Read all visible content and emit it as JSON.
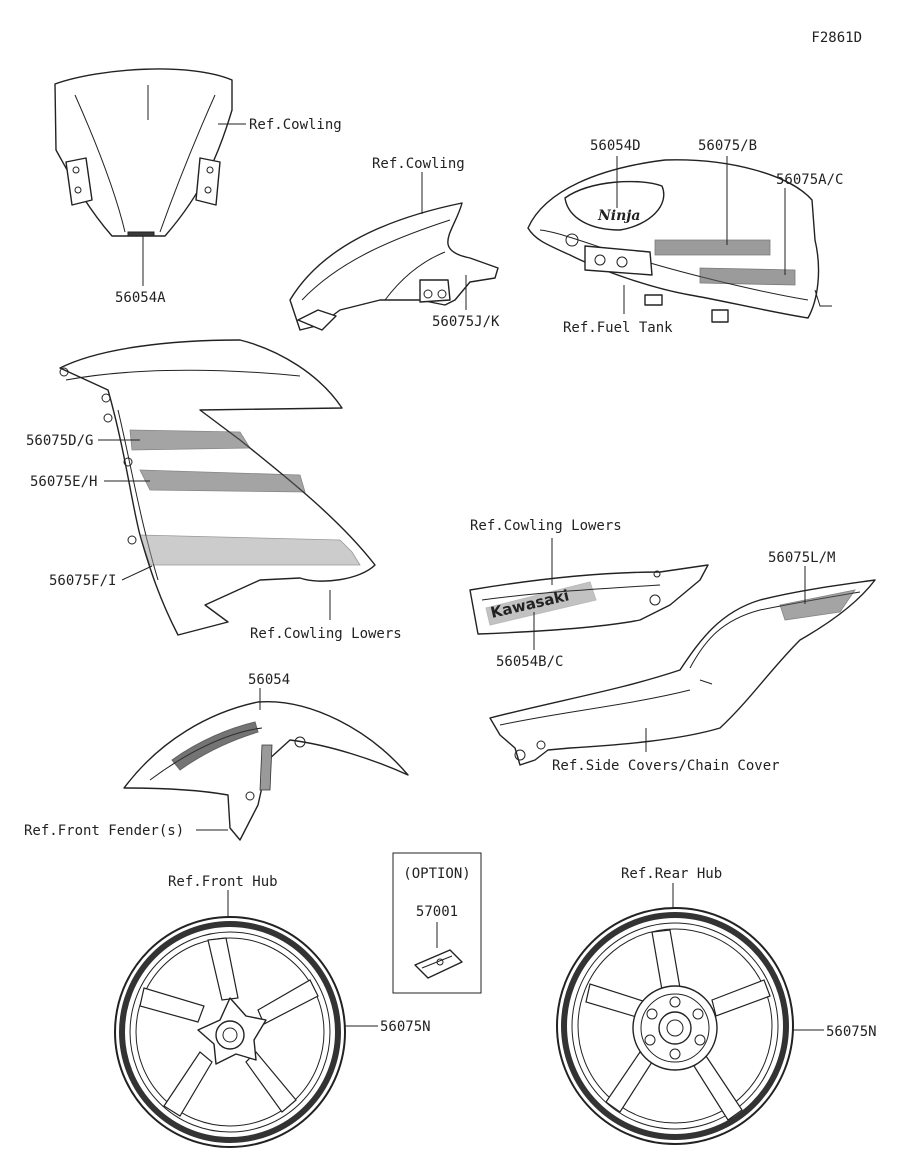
{
  "figure_code": "F2861D",
  "labels": {
    "windshield_ref": "Ref.Cowling",
    "windshield_part": "56054A",
    "upper_cowl_ref": "Ref.Cowling",
    "upper_cowl_part": "56075J/K",
    "tank_part_1": "56054D",
    "tank_part_2": "56075/B",
    "tank_part_3": "56075A/C",
    "tank_ref": "Ref.Fuel Tank",
    "side_cowl_part_1": "56075D/G",
    "side_cowl_part_2": "56075E/H",
    "side_cowl_part_3": "56075F/I",
    "side_cowl_ref": "Ref.Cowling Lowers",
    "lower_cowl_ref": "Ref.Cowling Lowers",
    "lower_cowl_part": "56054B/C",
    "side_cover_part": "56075L/M",
    "side_cover_ref": "Ref.Side Covers/Chain Cover",
    "fender_part": "56054",
    "fender_ref": "Ref.Front Fender(s)",
    "option_title": "(OPTION)",
    "option_part": "57001",
    "front_hub_ref": "Ref.Front Hub",
    "front_wheel_part": "56075N",
    "rear_hub_ref": "Ref.Rear Hub",
    "rear_wheel_part": "56075N"
  },
  "decal_text": {
    "tank_logo": "Ninja",
    "lower_cowl_logo": "Kawasaki"
  }
}
